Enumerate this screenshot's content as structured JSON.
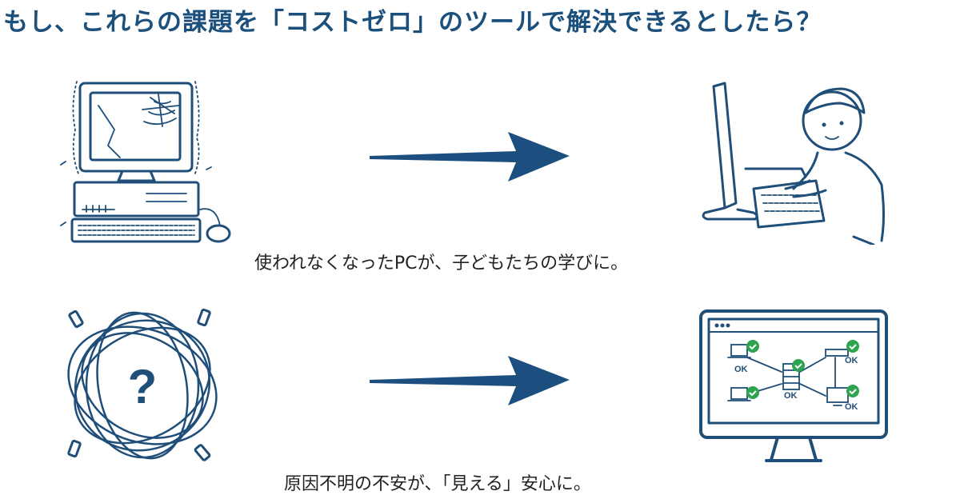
{
  "title": "もし、これらの課題を「コストゼロ」のツールで解決できるとしたら？",
  "rows": [
    {
      "caption": "使われなくなったPCが、子どもたちの学びに。",
      "from_icon": "broken-old-pc-icon",
      "to_icon": "child-using-pc-icon"
    },
    {
      "caption": "原因不明の不安が、「見える」安心に。",
      "from_icon": "tangled-cables-question-icon",
      "to_icon": "network-monitor-icon"
    }
  ],
  "network": {
    "status_label": "OK",
    "check_color": "#2ea44f"
  },
  "colors": {
    "accent": "#1f4e79",
    "title": "#1b4f7c"
  }
}
